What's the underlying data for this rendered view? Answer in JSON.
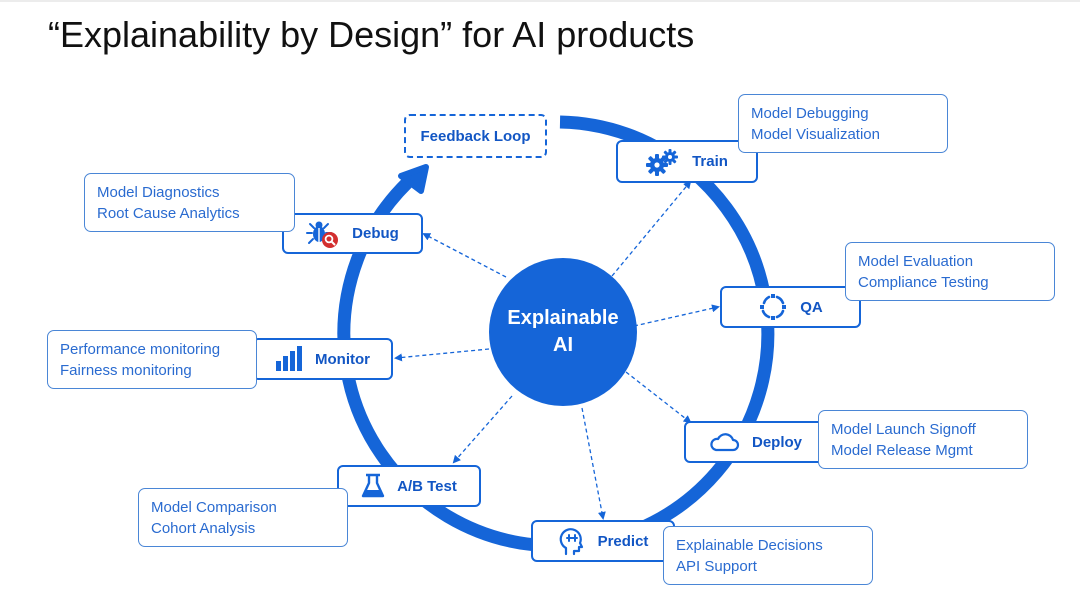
{
  "title": "“Explainability by Design” for AI products",
  "center": {
    "line1": "Explainable",
    "line2": "AI"
  },
  "stages": {
    "feedback": {
      "label": "Feedback Loop"
    },
    "train": {
      "label": "Train",
      "icon": "gears-icon"
    },
    "qa": {
      "label": "QA",
      "icon": "focus-target-icon"
    },
    "deploy": {
      "label": "Deploy",
      "icon": "cloud-icon"
    },
    "predict": {
      "label": "Predict",
      "icon": "head-brain-icon"
    },
    "abtest": {
      "label": "A/B Test",
      "icon": "flask-icon"
    },
    "monitor": {
      "label": "Monitor",
      "icon": "bar-chart-icon"
    },
    "debug": {
      "label": "Debug",
      "icon": "bug-search-icon"
    }
  },
  "info": {
    "train": [
      "Model Debugging",
      "Model Visualization"
    ],
    "qa": [
      "Model Evaluation",
      "Compliance Testing"
    ],
    "deploy": [
      "Model Launch Signoff",
      "Model Release Mgmt"
    ],
    "predict": [
      "Explainable Decisions",
      "API  Support"
    ],
    "abtest": [
      "Model Comparison",
      "Cohort Analysis"
    ],
    "monitor": [
      "Performance monitoring",
      "Fairness monitoring"
    ],
    "debug": [
      "Model Diagnostics",
      "Root Cause Analytics"
    ]
  },
  "colors": {
    "primary": "#1565d8",
    "text_blue": "#2a6bd0",
    "title": "#111111",
    "debug_badge": "#d32f2f"
  }
}
